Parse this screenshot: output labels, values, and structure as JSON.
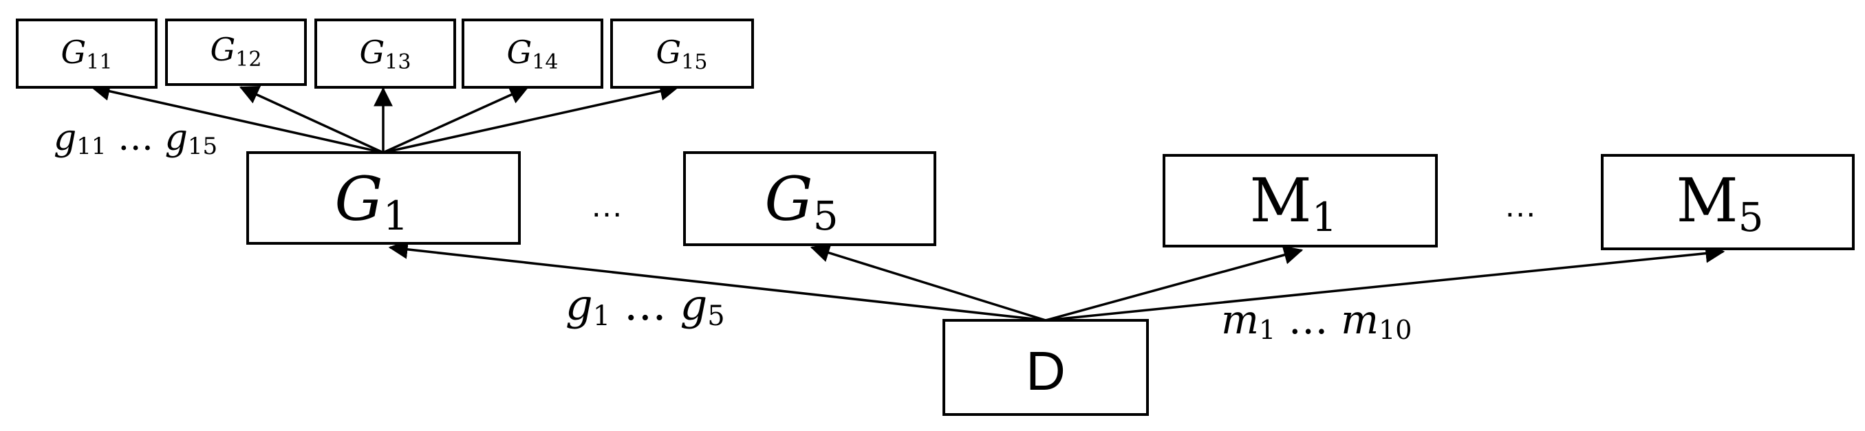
{
  "nodes": {
    "d": {
      "label": "D"
    },
    "g_parents": [
      {
        "base": "G",
        "sub": "1"
      },
      {
        "base": "G",
        "sub": "5"
      }
    ],
    "g_children": [
      {
        "base": "G",
        "sub": "11"
      },
      {
        "base": "G",
        "sub": "12"
      },
      {
        "base": "G",
        "sub": "13"
      },
      {
        "base": "G",
        "sub": "14"
      },
      {
        "base": "G",
        "sub": "15"
      }
    ],
    "m_nodes": [
      {
        "base": "M",
        "sub": "1"
      },
      {
        "base": "M",
        "sub": "5"
      }
    ]
  },
  "ellipsis": "…",
  "edge_labels": {
    "g_small": {
      "a": "g",
      "a_sub": "11",
      "dots": " … ",
      "b": "g",
      "b_sub": "15"
    },
    "g_mid": {
      "a": "g",
      "a_sub": "1",
      "dots": " … ",
      "b": "g",
      "b_sub": "5"
    },
    "m": {
      "a": "m",
      "a_sub": "1",
      "dots": " … ",
      "b": "m",
      "b_sub": "10"
    }
  }
}
